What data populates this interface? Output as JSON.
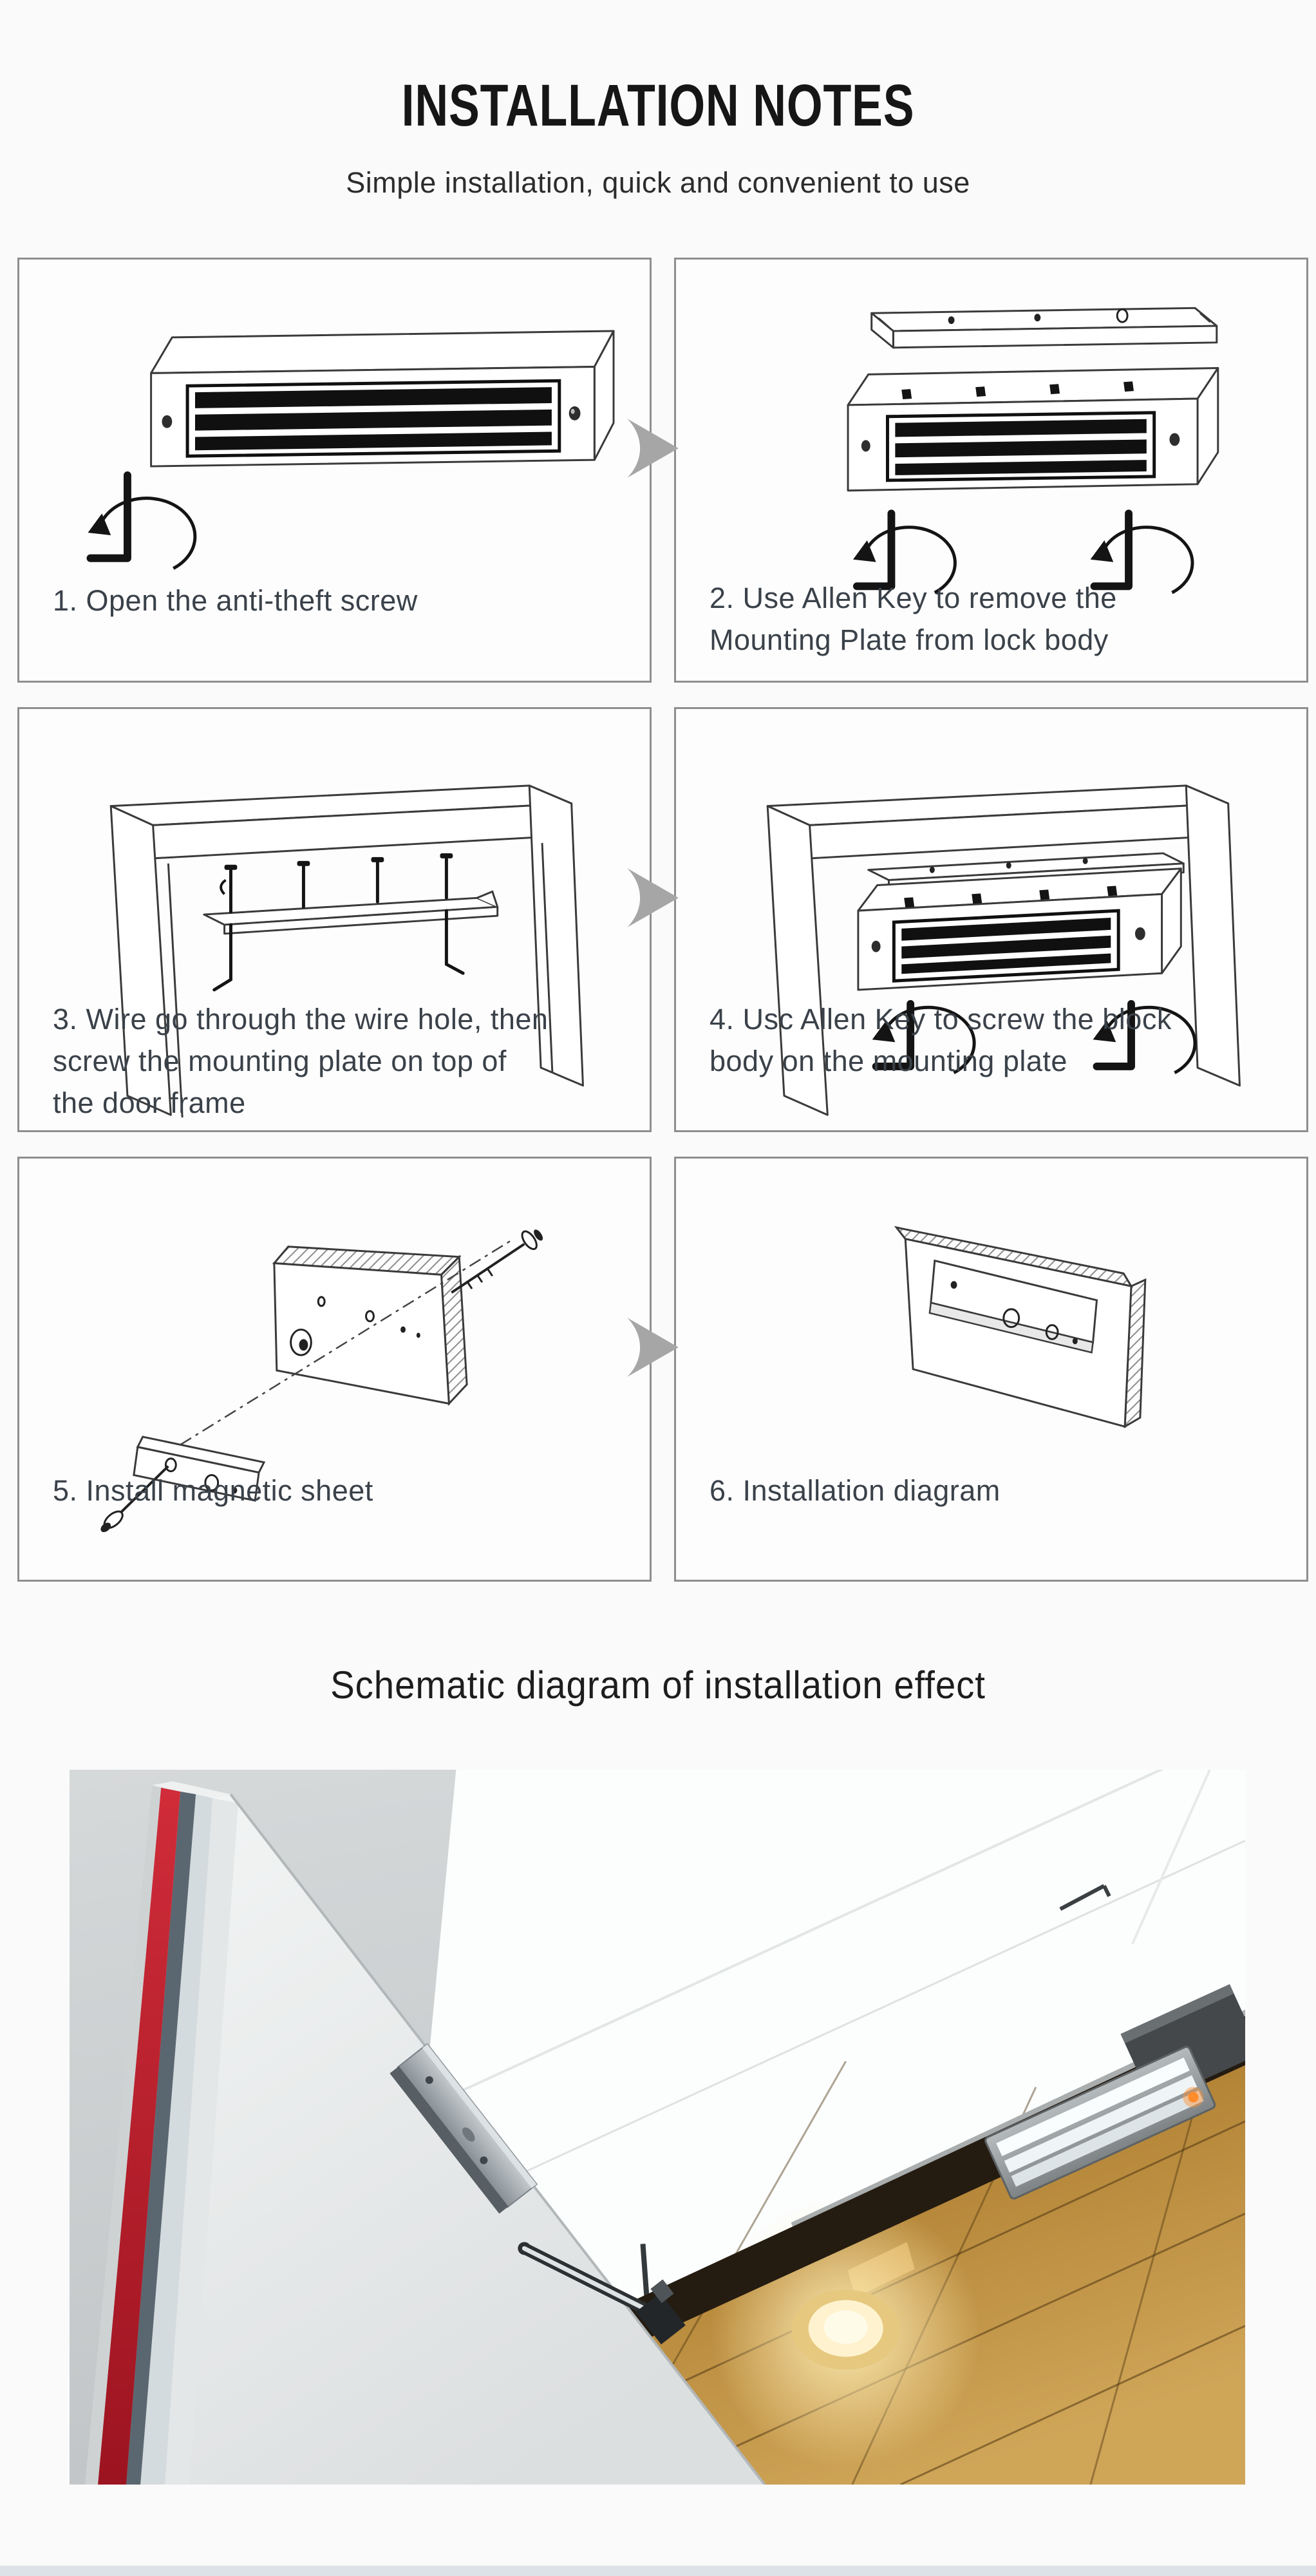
{
  "header": {
    "title": "INSTALLATION NOTES",
    "subtitle": "Simple installation, quick and convenient to use"
  },
  "steps": [
    {
      "caption": "1. Open the anti-theft screw"
    },
    {
      "caption": "2. Use Allen Key to remove the\nMounting Plate from lock body"
    },
    {
      "caption": "3. Wire go through the wire hole, then\nscrew the mounting plate on top of\nthe door frame"
    },
    {
      "caption": "4. Usc Allen Key to screw the block\nbody on the mounting plate"
    },
    {
      "caption": "5. Install magnetic sheet"
    },
    {
      "caption": "6. Installation diagram"
    }
  ],
  "schematic": {
    "heading": "Schematic diagram of installation effect"
  },
  "icons": {
    "step_arrow": "arrow-right-icon"
  },
  "colors": {
    "page_bg": "#fbfafa",
    "panel_border": "#8e8e8e",
    "caption_text": "#3a4149",
    "arrow_gray": "#a6a6a6",
    "door_stripe_red": "#c22531",
    "ceiling_amber": "#b8863a",
    "bottom_strip": "#dde2e8"
  }
}
